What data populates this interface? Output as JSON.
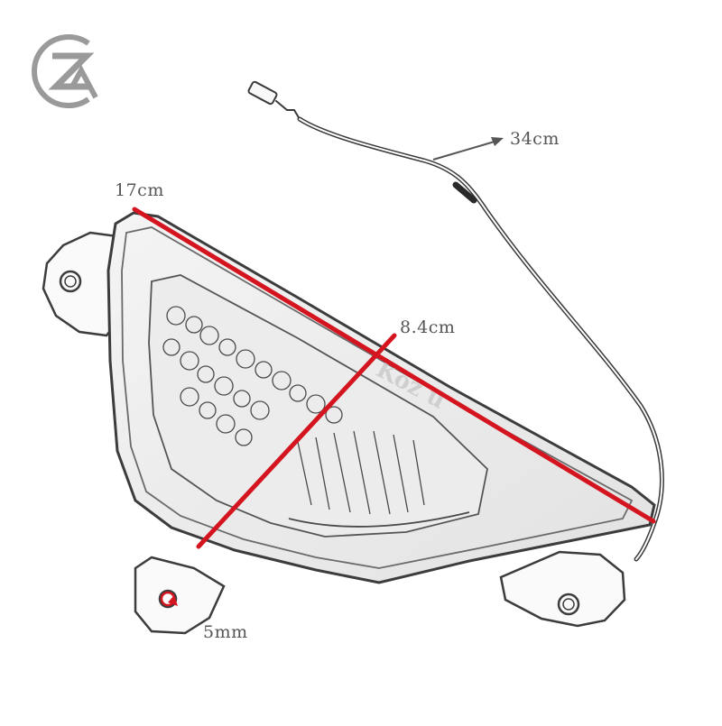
{
  "brand": {
    "logo_text": "ZA"
  },
  "dimensions": {
    "cable_length": "34cm",
    "length": "17cm",
    "height": "8.4cm",
    "mount_hole": "5mm"
  },
  "colors": {
    "measure_line": "#d4141e",
    "outline": "#3c3c3c",
    "label": "#555555",
    "logo": "#9a9a9a"
  }
}
